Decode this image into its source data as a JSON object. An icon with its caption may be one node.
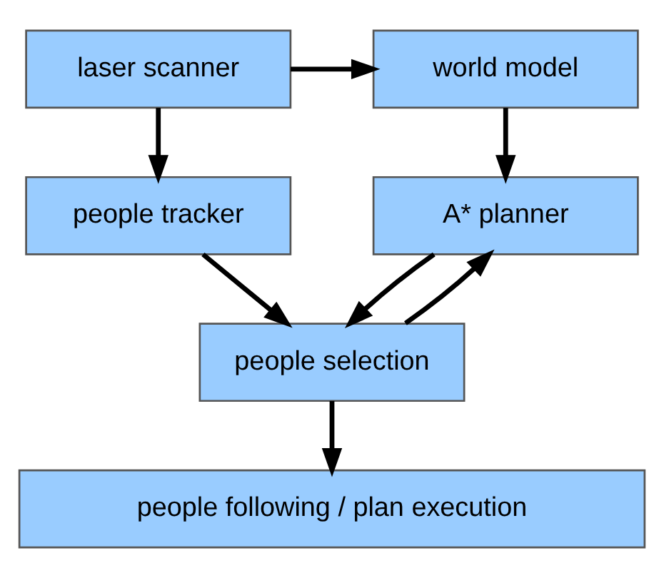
{
  "diagram": {
    "nodes": [
      {
        "text": [
          "laser scanner"
        ]
      },
      {
        "text": [
          "world model"
        ]
      },
      {
        "text": [
          "people tracker"
        ]
      },
      {
        "text": [
          "A* planner"
        ]
      },
      {
        "text": [
          "people selection"
        ]
      },
      {
        "text": [
          "people following / plan execution"
        ]
      }
    ],
    "edges": [
      {
        "from": 0,
        "to": 1,
        "arrow": "to"
      },
      {
        "from": 0,
        "to": 2,
        "arrow": "to"
      },
      {
        "from": 1,
        "to": 3,
        "arrow": "to"
      },
      {
        "from": 2,
        "to": 4,
        "arrow": "to"
      },
      {
        "from": 3,
        "to": 4,
        "arrow": "to"
      },
      {
        "from": 4,
        "to": 3,
        "arrow": "to"
      },
      {
        "from": 4,
        "to": 5,
        "arrow": "to"
      }
    ]
  }
}
